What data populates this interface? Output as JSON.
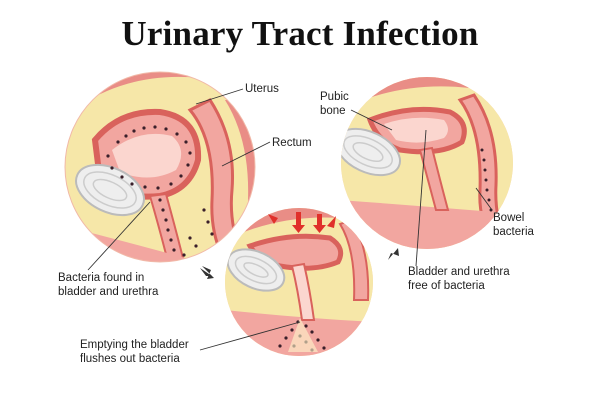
{
  "title": "Urinary Tract Infection",
  "labels": {
    "uterus": "Uterus",
    "rectum": "Rectum",
    "pubic_bone": "Pubic\nbone",
    "bowel_bacteria": "Bowel\nbacteria",
    "bacteria_found": "Bacteria found in\nbladder and urethra",
    "emptying": "Emptying the bladder\nflushes out bacteria",
    "free_of_bacteria": "Bladder and urethra\nfree of bacteria"
  },
  "colors": {
    "tissue_pink": "#f2a6a0",
    "tissue_dark": "#d9625c",
    "fat_yellow": "#f6e7a8",
    "skin": "#f9c9b3",
    "bone": "#e4e4e4",
    "bacteria": "#3a1f2a",
    "arrow_red": "#e0302a",
    "arrow_dark": "#333333"
  }
}
